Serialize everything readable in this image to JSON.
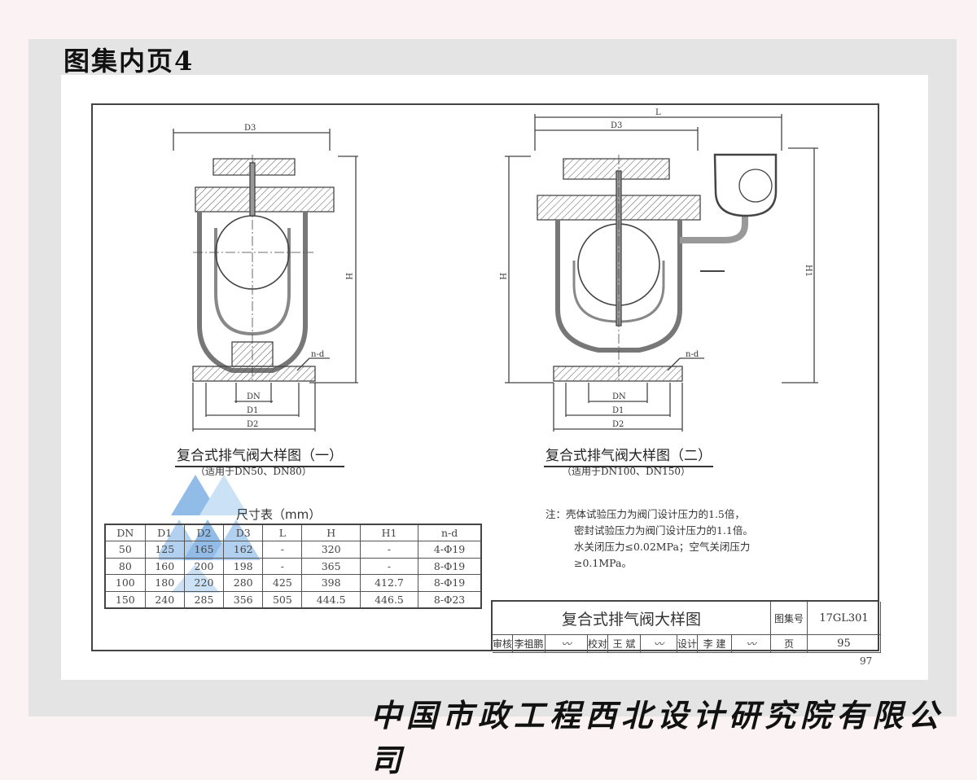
{
  "header": "图集内页4",
  "footer": "中国市政工程西北设计研究院有限公司",
  "figure1": {
    "caption": "复合式排气阀大样图（一）",
    "subtitle": "（适用于DN50、DN80）",
    "labels": {
      "d3": "D3",
      "h": "H",
      "nd": "n-d",
      "dn": "DN",
      "d1": "D1",
      "d2": "D2"
    }
  },
  "figure2": {
    "caption": "复合式排气阀大样图（二）",
    "subtitle": "（适用于DN100、DN150）",
    "labels": {
      "l": "L",
      "d3": "D3",
      "h": "H",
      "h1": "H1",
      "nd": "n-d",
      "dn": "DN",
      "d1": "D1",
      "d2": "D2"
    }
  },
  "table": {
    "title": "尺寸表（mm）",
    "headers": [
      "DN",
      "D1",
      "D2",
      "D3",
      "L",
      "H",
      "H1",
      "n-d"
    ],
    "rows": [
      [
        "50",
        "125",
        "165",
        "162",
        "-",
        "320",
        "-",
        "4-Φ19"
      ],
      [
        "80",
        "160",
        "200",
        "198",
        "-",
        "365",
        "-",
        "8-Φ19"
      ],
      [
        "100",
        "180",
        "220",
        "280",
        "425",
        "398",
        "412.7",
        "8-Φ19"
      ],
      [
        "150",
        "240",
        "285",
        "356",
        "505",
        "444.5",
        "446.5",
        "8-Φ23"
      ]
    ]
  },
  "notes": [
    "注：壳体试验压力为阀门设计压力的1.5倍，",
    "密封试验压力为阀门设计压力的1.1倍。",
    "水关闭压力≤0.02MPa；空气关闭压力",
    "≥0.1MPa。"
  ],
  "title_block": {
    "title": "复合式排气阀大样图",
    "atlas_label": "图集号",
    "atlas_no": "17GL301",
    "review": "审核",
    "reviewer": "李祖鹏",
    "check": "校对",
    "checker": "王 斌",
    "design": "设计",
    "designer": "李 建",
    "page_label": "页",
    "page": "95"
  },
  "page_number": "97"
}
